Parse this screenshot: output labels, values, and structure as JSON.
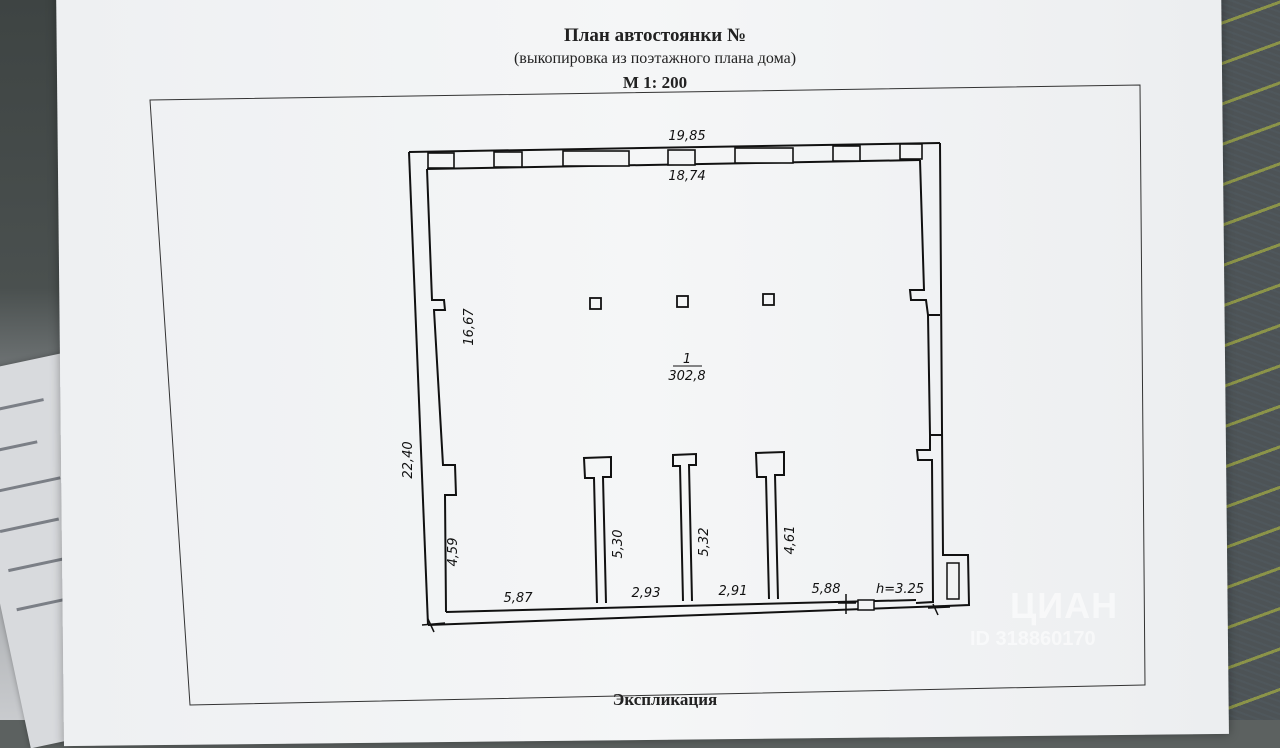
{
  "document": {
    "title": "План автостоянки  №",
    "subtitle": "(выкопировка из поэтажного плана дома)",
    "scale": "М  1: 200",
    "footer_heading": "Экспликация"
  },
  "plan": {
    "room_number": "1",
    "room_area": "302,8",
    "dimensions": {
      "outer_top": "19,85",
      "inner_top": "18,74",
      "outer_left": "22,40",
      "inner_left_upper": "16,67",
      "inner_left_lower": "4,59",
      "wall1": "5,30",
      "wall2": "5,32",
      "wall3": "4,61",
      "bottom1": "5,87",
      "bottom2": "2,93",
      "bottom3": "2,91",
      "bottom4": "5,88",
      "height": "h=3.25"
    }
  },
  "watermark": {
    "brand": "ЦИАН",
    "id": "ID 318860170"
  }
}
